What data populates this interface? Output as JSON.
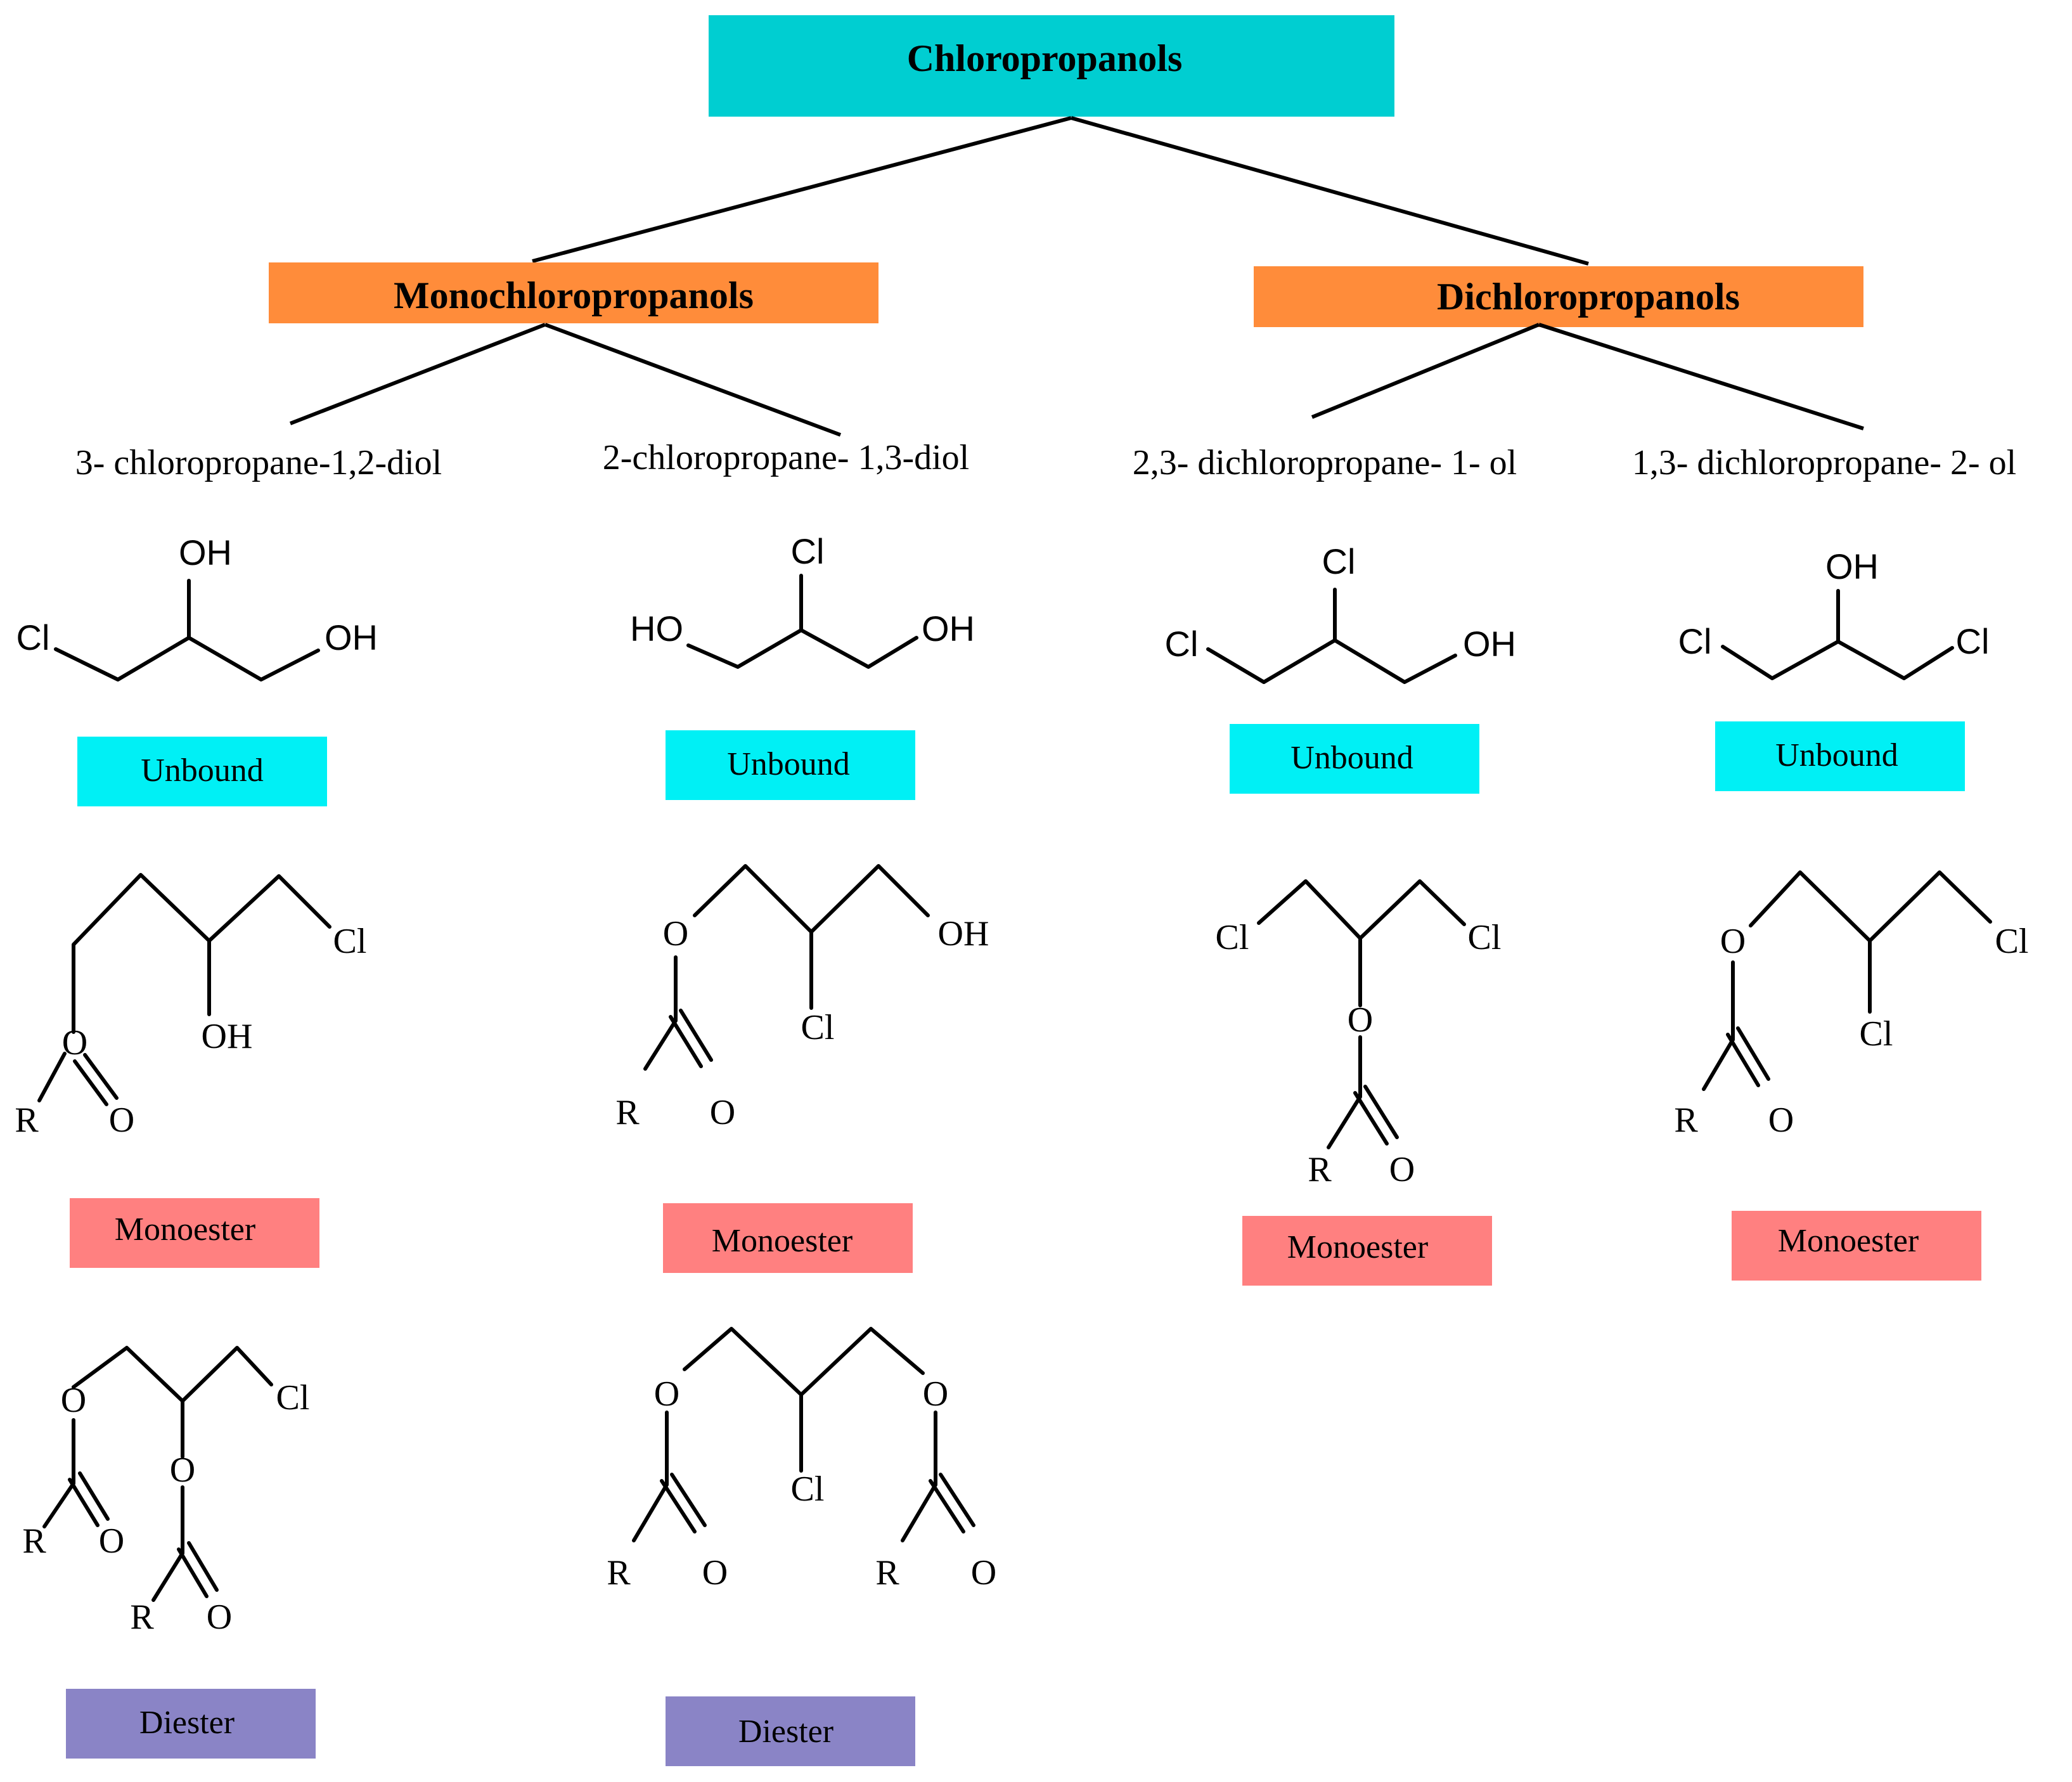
{
  "title": "Chloropropanols",
  "categories": {
    "mono": "Monochloropropanols",
    "di": "Dichloropropanols"
  },
  "compounds": [
    "3- chloropropane-1,2-diol",
    "2-chloropropane- 1,3-diol",
    "2,3- dichloropropane- 1- ol",
    "1,3- dichloropropane- 2- ol"
  ],
  "forms": {
    "unbound": "Unbound",
    "monoester": "Monoester",
    "diester": "Diester"
  },
  "atoms": {
    "oh": "OH",
    "ho": "HO",
    "cl": "Cl",
    "o": "O",
    "r": "R"
  },
  "colors": {
    "title_box": "#00CED1",
    "category_box": "#FF8C3A",
    "unbound_box": "#00F0F5",
    "monoester_box": "#FF8080",
    "diester_box": "#8A84C6"
  }
}
